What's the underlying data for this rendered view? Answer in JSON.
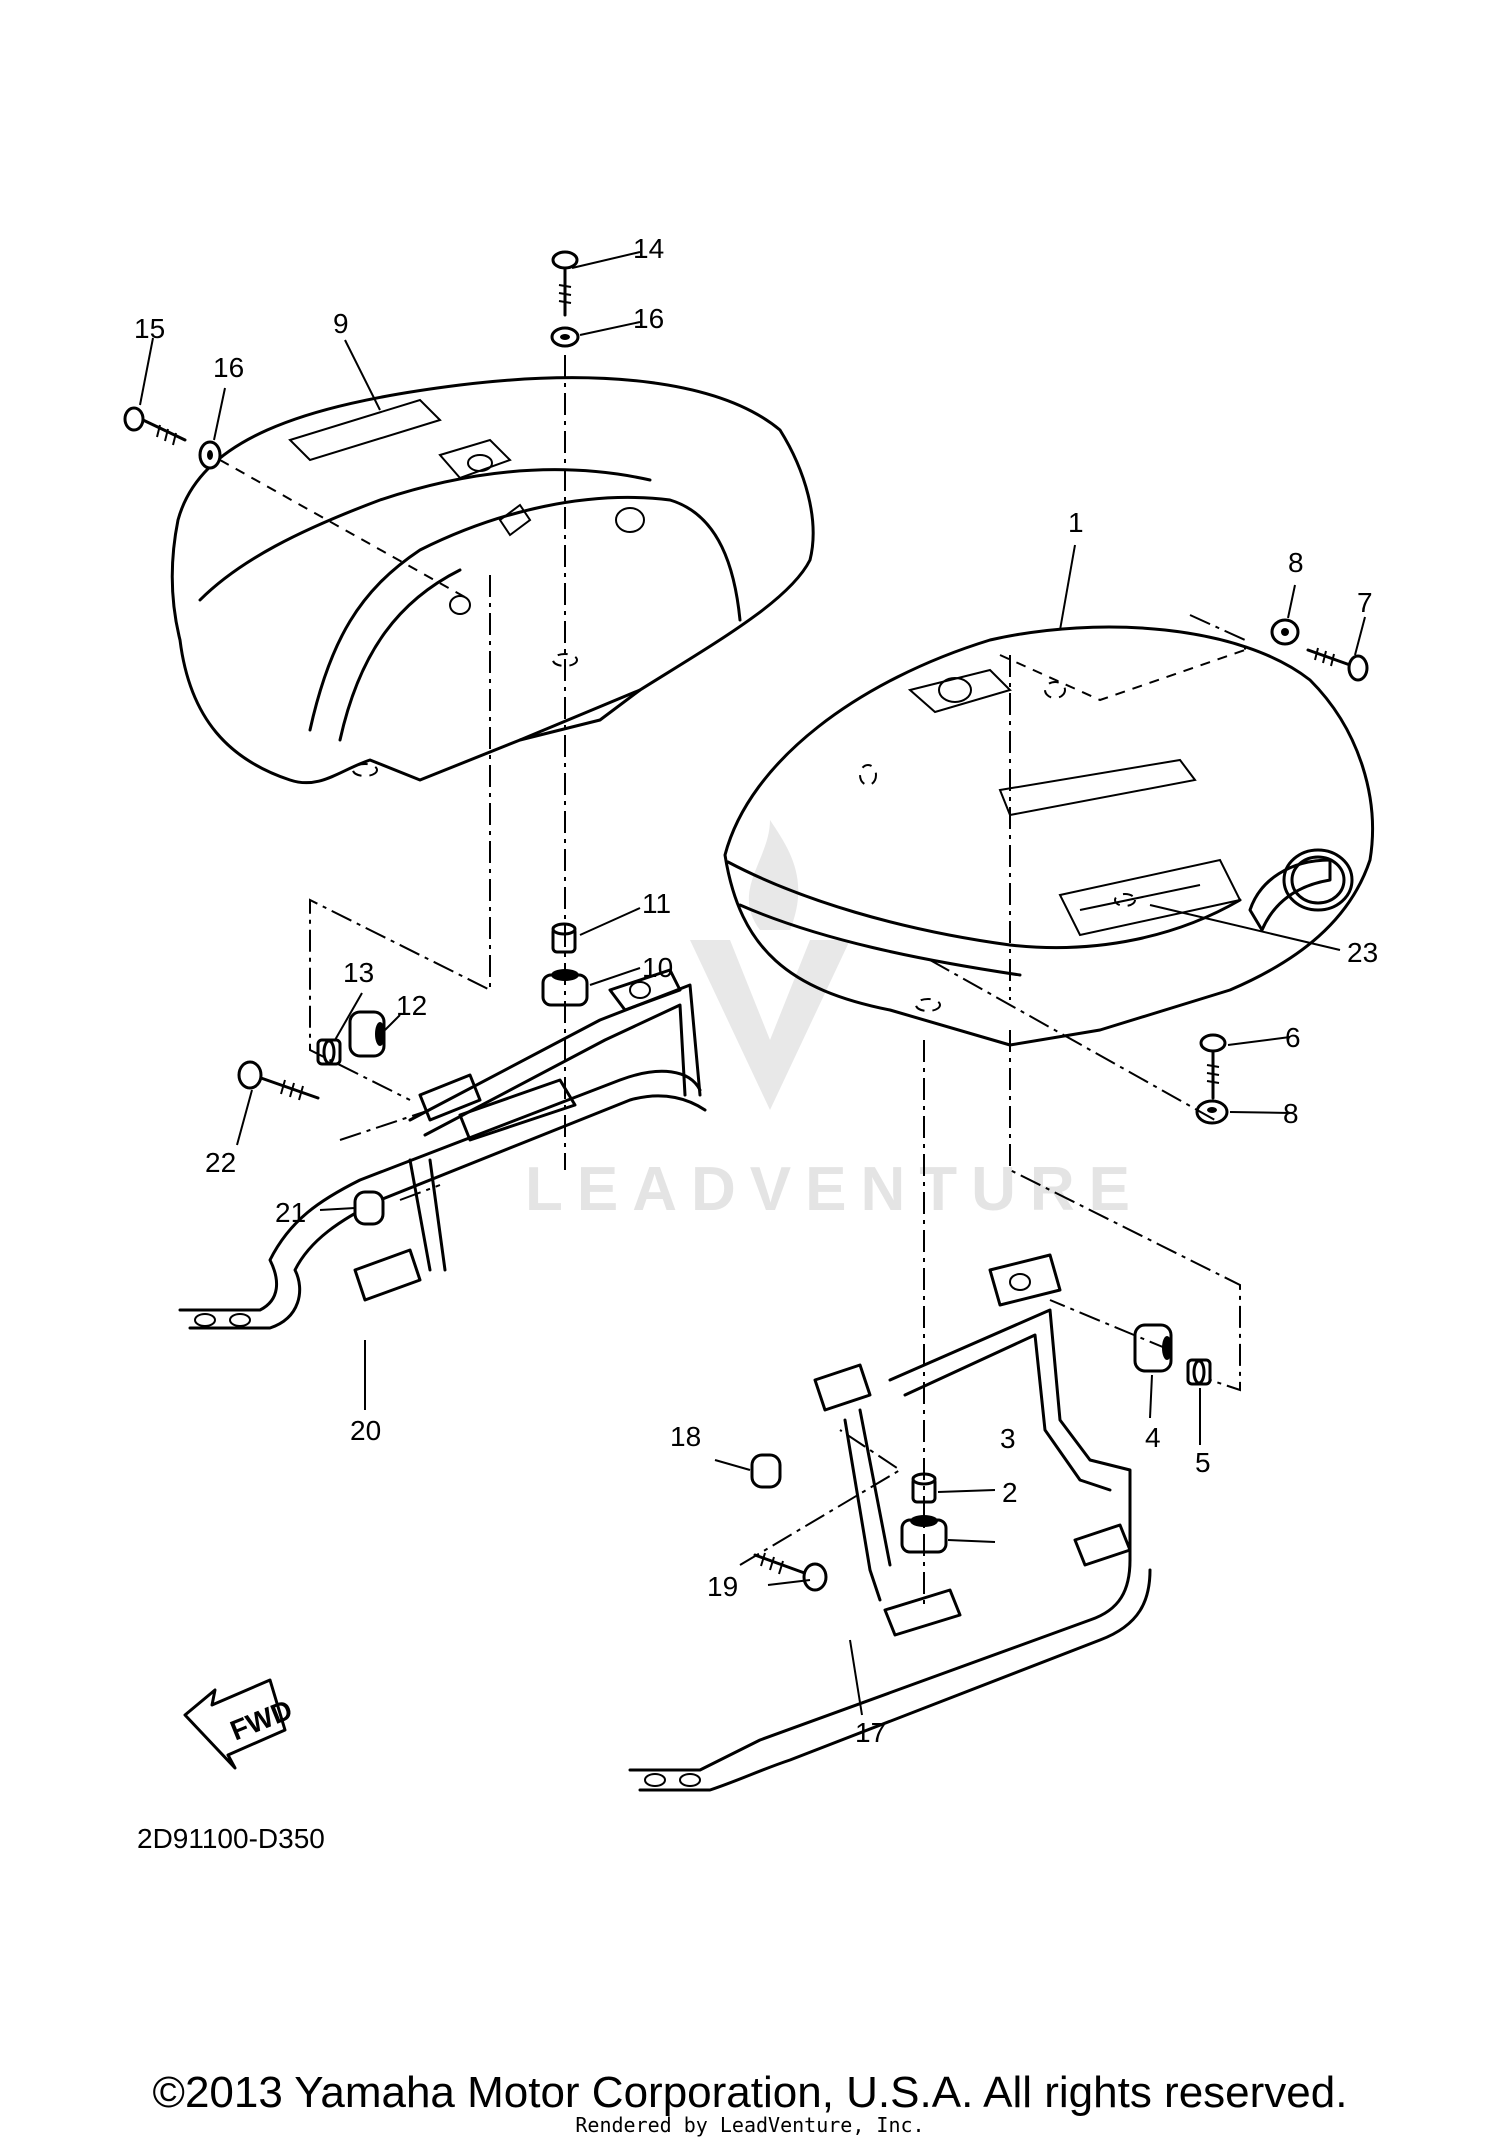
{
  "diagram": {
    "callouts": {
      "c1": "1",
      "c2": "2",
      "c3": "3",
      "c4": "4",
      "c5": "5",
      "c6": "6",
      "c7": "7",
      "c8a": "8",
      "c8b": "8",
      "c9": "9",
      "c10": "10",
      "c11": "11",
      "c12": "12",
      "c13": "13",
      "c14": "14",
      "c15": "15",
      "c16a": "16",
      "c16b": "16",
      "c17": "17",
      "c18": "18",
      "c19": "19",
      "c20": "20",
      "c21": "21",
      "c22": "22",
      "c23": "23"
    },
    "direction_label": "FWD",
    "diagram_code": "2D91100-D350",
    "watermark": "LEADVENTURE"
  },
  "footer": {
    "copyright": "©2013 Yamaha Motor Corporation, U.S.A. All rights reserved.",
    "rendered_by": "Rendered by LeadVenture, Inc."
  }
}
